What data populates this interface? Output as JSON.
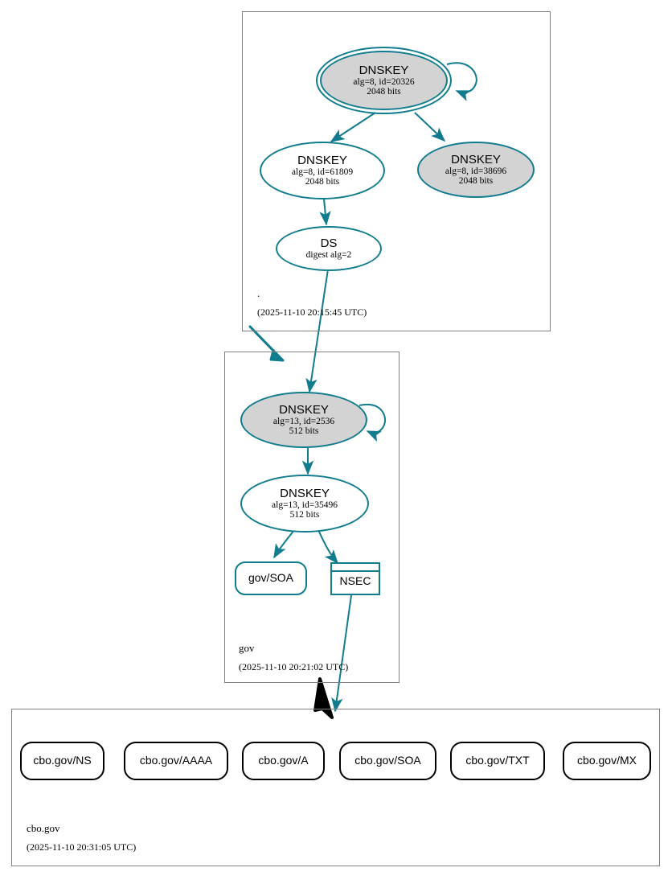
{
  "diagram": {
    "type": "dnssec-authentication-chain",
    "colors": {
      "secure_edge": "#107c8e",
      "insecure_edge": "#000000",
      "node_stroke_secure": "#107c8e",
      "node_stroke_insecure": "#000000",
      "key_fill_gray": "#d3d3d3",
      "key_fill_white": "#ffffff",
      "zone_border": "#808080"
    }
  },
  "zones": [
    {
      "id": "root",
      "name": ".",
      "timestamp": "(2025-11-10 20:15:45 UTC)",
      "nodes": [
        {
          "id": "root-ksk-20326",
          "kind": "DNSKEY",
          "title": "DNSKEY",
          "params": "alg=8, id=20326",
          "size": "2048 bits",
          "fill": "gray",
          "double_ring": true,
          "self_signed": true
        },
        {
          "id": "root-zsk-61809",
          "kind": "DNSKEY",
          "title": "DNSKEY",
          "params": "alg=8, id=61809",
          "size": "2048 bits",
          "fill": "white",
          "double_ring": false,
          "self_signed": false
        },
        {
          "id": "root-key-38696",
          "kind": "DNSKEY",
          "title": "DNSKEY",
          "params": "alg=8, id=38696",
          "size": "2048 bits",
          "fill": "gray",
          "double_ring": false,
          "self_signed": false
        },
        {
          "id": "root-ds",
          "kind": "DS",
          "title": "DS",
          "params": "digest alg=2",
          "size": "",
          "fill": "white",
          "double_ring": false,
          "self_signed": false
        }
      ]
    },
    {
      "id": "gov",
      "name": "gov",
      "timestamp": "(2025-11-10 20:21:02 UTC)",
      "nodes": [
        {
          "id": "gov-ksk-2536",
          "kind": "DNSKEY",
          "title": "DNSKEY",
          "params": "alg=13, id=2536",
          "size": "512 bits",
          "fill": "gray",
          "double_ring": false,
          "self_signed": true
        },
        {
          "id": "gov-zsk-35496",
          "kind": "DNSKEY",
          "title": "DNSKEY",
          "params": "alg=13, id=35496",
          "size": "512 bits",
          "fill": "white",
          "double_ring": false,
          "self_signed": false
        },
        {
          "id": "gov-soa",
          "kind": "RRSET",
          "title": "gov/SOA",
          "shape": "rounded-rect",
          "stroke": "secure"
        },
        {
          "id": "gov-nsec",
          "kind": "NSEC",
          "title": "NSEC",
          "shape": "record-rect",
          "stroke": "secure"
        }
      ]
    },
    {
      "id": "cbo.gov",
      "name": "cbo.gov",
      "timestamp": "(2025-11-10 20:31:05 UTC)",
      "nodes": [
        {
          "id": "cbo-ns",
          "kind": "RRSET",
          "title": "cbo.gov/NS",
          "shape": "rounded-rect",
          "stroke": "insecure"
        },
        {
          "id": "cbo-aaaa",
          "kind": "RRSET",
          "title": "cbo.gov/AAAA",
          "shape": "rounded-rect",
          "stroke": "insecure"
        },
        {
          "id": "cbo-a",
          "kind": "RRSET",
          "title": "cbo.gov/A",
          "shape": "rounded-rect",
          "stroke": "insecure"
        },
        {
          "id": "cbo-soa",
          "kind": "RRSET",
          "title": "cbo.gov/SOA",
          "shape": "rounded-rect",
          "stroke": "insecure"
        },
        {
          "id": "cbo-txt",
          "kind": "RRSET",
          "title": "cbo.gov/TXT",
          "shape": "rounded-rect",
          "stroke": "insecure"
        },
        {
          "id": "cbo-mx",
          "kind": "RRSET",
          "title": "cbo.gov/MX",
          "shape": "rounded-rect",
          "stroke": "insecure"
        }
      ]
    }
  ],
  "edges": [
    {
      "from": "root-ksk-20326",
      "to": "root-ksk-20326",
      "style": "self-loop",
      "color": "secure"
    },
    {
      "from": "root-ksk-20326",
      "to": "root-zsk-61809",
      "style": "arrow",
      "color": "secure"
    },
    {
      "from": "root-ksk-20326",
      "to": "root-key-38696",
      "style": "arrow",
      "color": "secure"
    },
    {
      "from": "root-zsk-61809",
      "to": "root-ds",
      "style": "arrow",
      "color": "secure"
    },
    {
      "from": "root-ds",
      "to": "gov-ksk-2536",
      "style": "arrow",
      "color": "secure"
    },
    {
      "from": "root",
      "to": "gov",
      "style": "delegation",
      "color": "secure"
    },
    {
      "from": "gov-ksk-2536",
      "to": "gov-ksk-2536",
      "style": "self-loop",
      "color": "secure"
    },
    {
      "from": "gov-ksk-2536",
      "to": "gov-zsk-35496",
      "style": "arrow",
      "color": "secure"
    },
    {
      "from": "gov-zsk-35496",
      "to": "gov-soa",
      "style": "arrow",
      "color": "secure"
    },
    {
      "from": "gov-zsk-35496",
      "to": "gov-nsec",
      "style": "arrow",
      "color": "secure"
    },
    {
      "from": "gov-nsec",
      "to": "cbo.gov",
      "style": "arrow",
      "color": "secure"
    },
    {
      "from": "gov",
      "to": "cbo.gov",
      "style": "delegation",
      "color": "insecure"
    }
  ]
}
